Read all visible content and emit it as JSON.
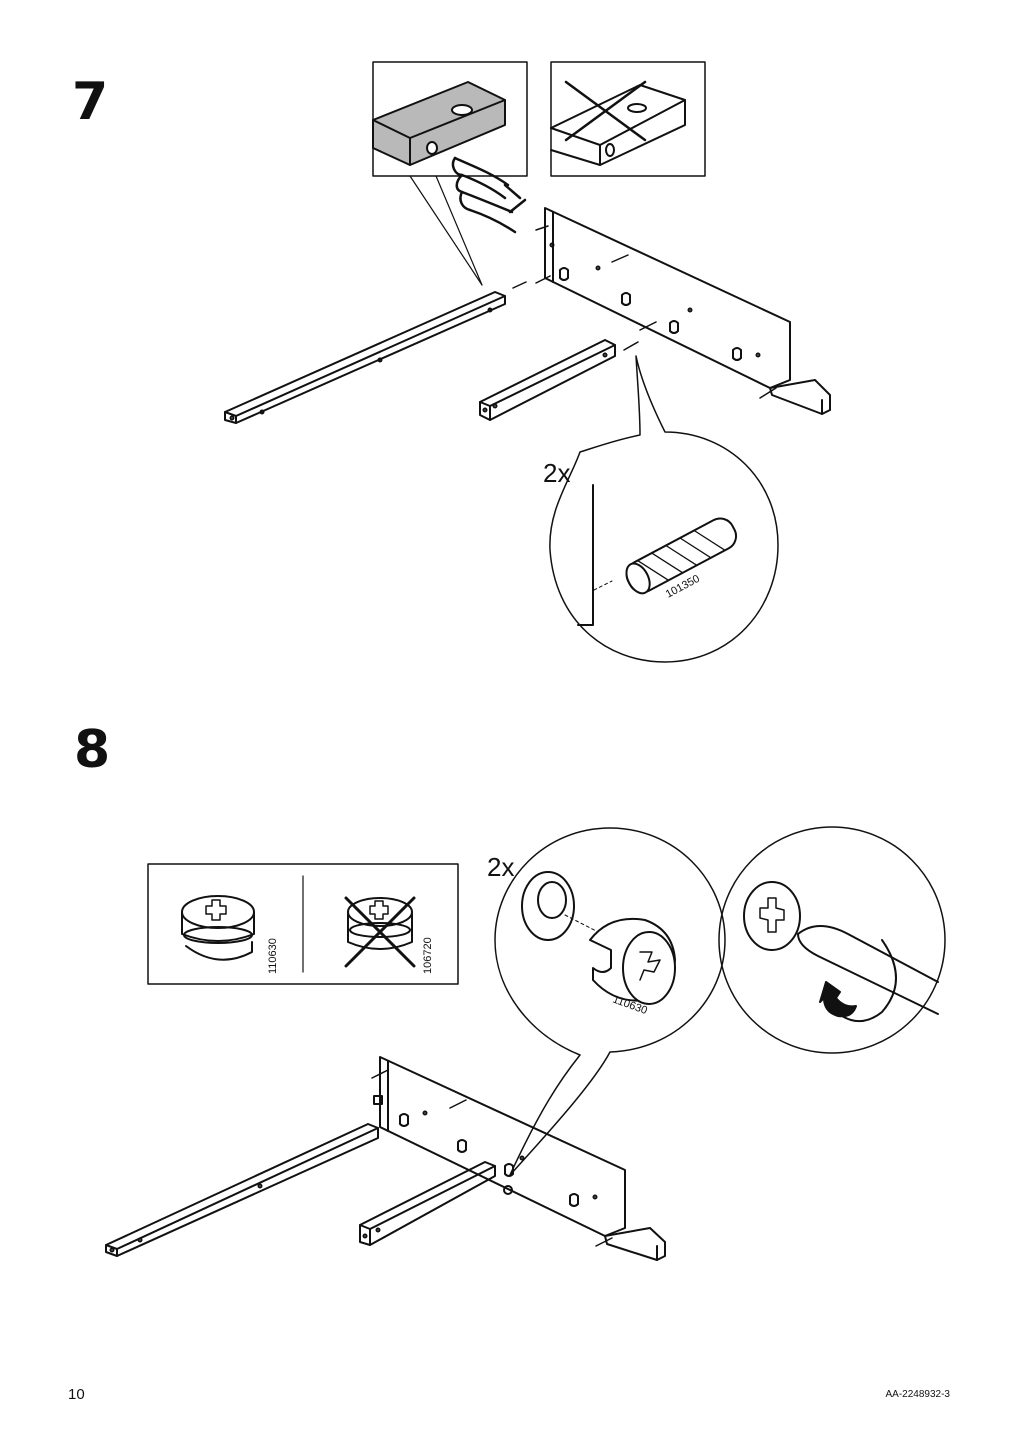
{
  "steps": [
    {
      "number": "7",
      "quantity": "2x",
      "part_number": "101350"
    },
    {
      "number": "8",
      "quantity": "2x",
      "part_number": "110630",
      "wrong_part_number": "106720"
    }
  ],
  "footer": {
    "page_number": "10",
    "document_code": "AA-2248932-3"
  },
  "icons": [
    "correct-orientation-panel",
    "wrong-orientation-panel",
    "pointing-hand-icon",
    "dowel-detail",
    "cam-lock-detail",
    "screwdriver-detail",
    "cross-mark-icon",
    "rotation-arrow-icon"
  ]
}
